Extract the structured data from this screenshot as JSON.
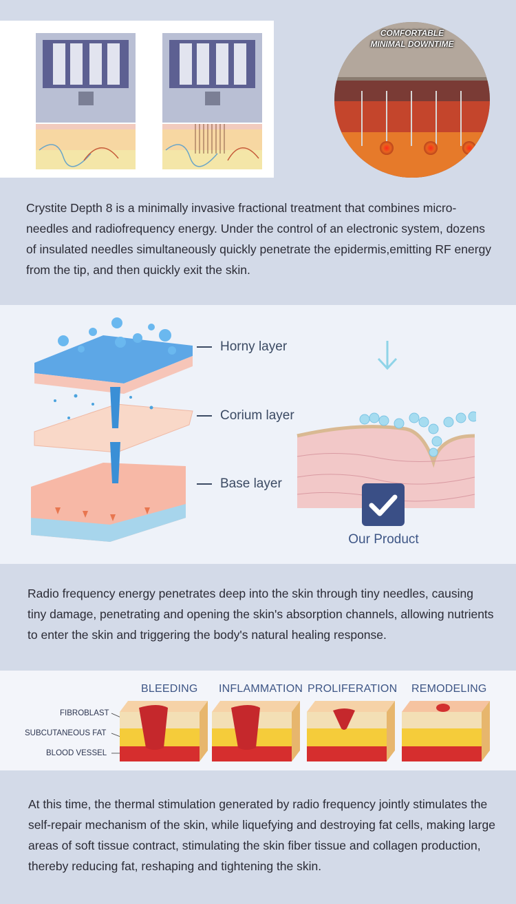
{
  "hero": {
    "badge_line1": "COMFORTABLE",
    "badge_line2": "MINIMAL DOWNTIME"
  },
  "intro_text": "Crystite Depth 8 is a minimally invasive fractional treatment that combines micro-needles and radiofrequency energy. Under the control of an electronic system, dozens of insulated needles simultaneously quickly penetrate the epidermis,emitting RF energy from the tip, and then quickly exit the skin.",
  "layers": {
    "horny": "Horny layer",
    "corium": "Corium layer",
    "base": "Base layer",
    "product_label": "Our Product"
  },
  "rf_text": "Radio frequency energy penetrates deep into the skin through tiny needles, causing tiny damage, penetrating and opening the skin's absorption channels, allowing nutrients to enter the skin and triggering the body's natural healing response.",
  "stages": {
    "labels": [
      "BLEEDING",
      "INFLAMMATION",
      "PROLIFERATION",
      "REMODELING"
    ],
    "side_labels": [
      "FIBROBLAST",
      "SUBCUTANEOUS FAT",
      "BLOOD VESSEL"
    ]
  },
  "final_text": "At this time, the thermal stimulation generated by radio frequency jointly stimulates the self-repair mechanism of the skin, while liquefying and destroying fat cells, making large areas of soft tissue contract, stimulating the skin fiber tissue and collagen production, thereby reducing fat, reshaping and tightening the skin.",
  "colors": {
    "page_bg": "#d3dae8",
    "band_bg": "#eef2f9",
    "text": "#2b2b35",
    "label_blue": "#3d5585",
    "check_badge": "#3a4f86"
  }
}
